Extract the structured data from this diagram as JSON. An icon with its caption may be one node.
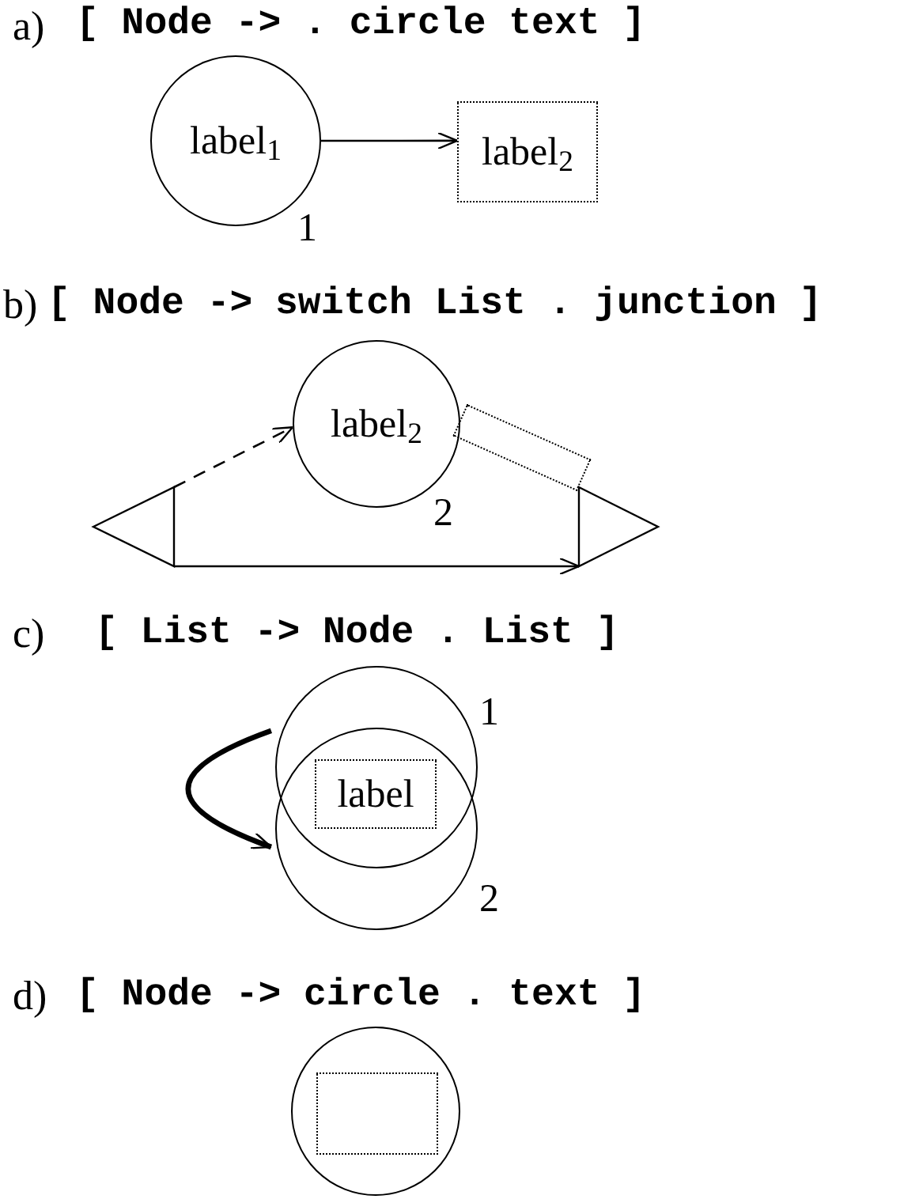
{
  "diagram": {
    "nodes": [
      {
        "text": [
          "label$_{1}$"
        ],
        "beside": [
          "1"
        ]
      },
      {
        "text": [
          "label$_{2}$"
        ]
      },
      {
        "text": [],
        "shape": "triangle"
      },
      {
        "text": [
          "label$_{2}$"
        ],
        "beside": [
          "2"
        ]
      },
      {
        "text": [],
        "shape": "box"
      },
      {
        "text": [],
        "shape": "triangle"
      },
      {
        "text": [],
        "shape": "circle",
        "beside": [
          "1"
        ]
      },
      {
        "text": [],
        "shape": "circle",
        "beside": [
          "2"
        ]
      },
      {
        "text": [
          "label"
        ]
      },
      {
        "text": [],
        "shape": "circle"
      },
      {
        "text": [],
        "shape": "box",
        "in": 9
      }
    ],
    "edges": [
      {
        "from": 0,
        "to": 1,
        "arrow": "to"
      },
      {
        "from": 2,
        "to": 3,
        "arrow": "to",
        "style": "dashed"
      },
      {
        "from": 2,
        "to": 5,
        "arrow": "to"
      },
      {
        "from": 6,
        "to": 7,
        "arrow": "to",
        "style": "thick"
      }
    ],
    "labels": [
      "a)",
      "[ Node -> . circle text ]",
      "b)",
      "[ Node -> switch List . junction ]",
      "c)",
      "[ List -> Node . List ]",
      "d)",
      "[ Node -> circle . text ]"
    ]
  }
}
